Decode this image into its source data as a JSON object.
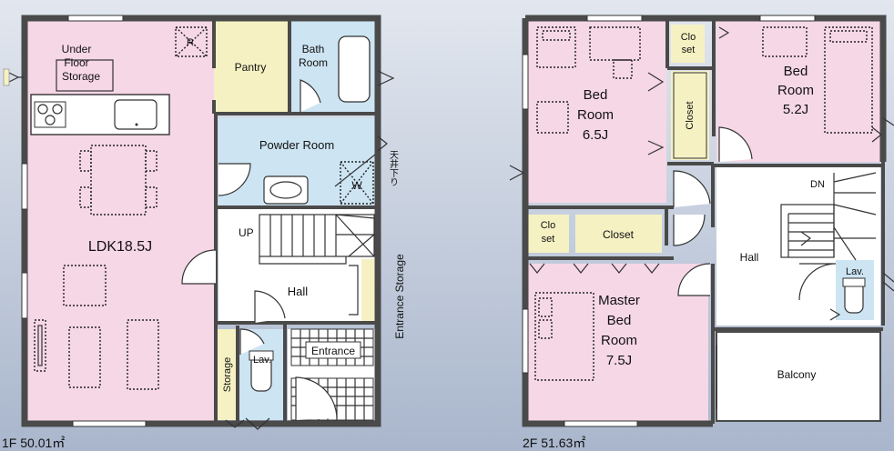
{
  "floor1": {
    "caption": "1F 50.01㎡",
    "rooms": {
      "under_floor_storage": [
        "Under",
        "Floor",
        "Storage"
      ],
      "r_mark": "R",
      "pantry": "Pantry",
      "bath_room": [
        "Bath",
        "Room"
      ],
      "powder_room": "Powder Room",
      "w_mark": "W",
      "ceiling_lowered": "天井下り",
      "up": "UP",
      "ldk": "LDK18.5J",
      "hall": "Hall",
      "entrance_storage": "Entrance Storage",
      "storage": "Storage",
      "lav": "Lav.",
      "entrance": "Entrance"
    }
  },
  "floor2": {
    "caption": "2F 51.63㎡",
    "rooms": {
      "bed_room_a": [
        "Bed",
        "Room",
        "6.5J"
      ],
      "closet_a": [
        "Clo",
        "set"
      ],
      "closet_b": "Closet",
      "bed_room_b": [
        "Bed",
        "Room",
        "5.2J"
      ],
      "dn": "DN",
      "closet_c": [
        "Clo",
        "set"
      ],
      "closet_d": "Closet",
      "hall": "Hall",
      "lav": "Lav.",
      "master_bed_room": [
        "Master",
        "Bed",
        "Room",
        "7.5J"
      ],
      "balcony": "Balcony"
    }
  },
  "colors": {
    "pink": "#f6d7e6",
    "blue": "#cde4f2",
    "yellow": "#f5f1c3",
    "white": "#ffffff",
    "wall": "#4a4a4a",
    "background": "#c3cbd9"
  }
}
